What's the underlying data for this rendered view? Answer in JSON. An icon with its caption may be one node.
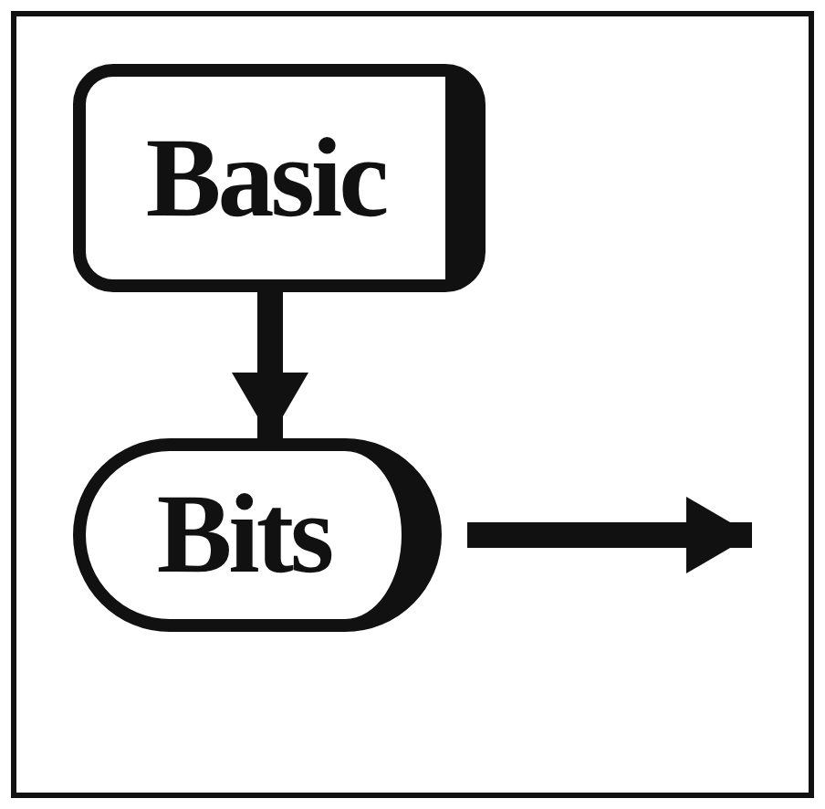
{
  "diagram": {
    "nodes": [
      {
        "text": [
          "Basic"
        ]
      },
      {
        "text": [
          "Bits"
        ]
      }
    ],
    "edges": [
      {
        "from": 0,
        "to": 1,
        "arrow": "to"
      },
      {
        "from": 1,
        "to": null,
        "arrow": "to"
      }
    ]
  }
}
